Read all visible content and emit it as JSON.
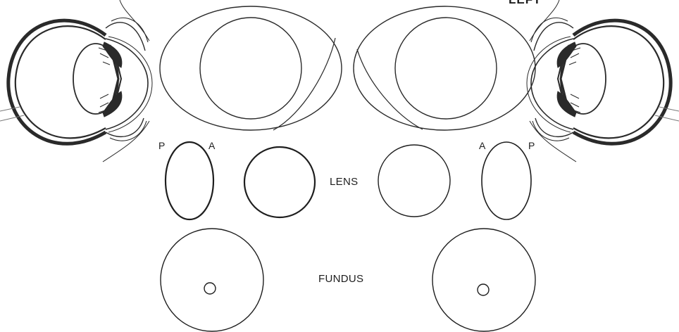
{
  "top_right_label_partial": "LEFT",
  "section_labels": {
    "lens": "LENS",
    "fundus": "FUNDUS"
  },
  "lens_side_labels": {
    "right_eye": {
      "posterior": "P",
      "anterior": "A"
    },
    "left_eye": {
      "anterior": "A",
      "posterior": "P"
    }
  },
  "colors": {
    "line": "#2a2a2a",
    "background": "#ffffff"
  }
}
